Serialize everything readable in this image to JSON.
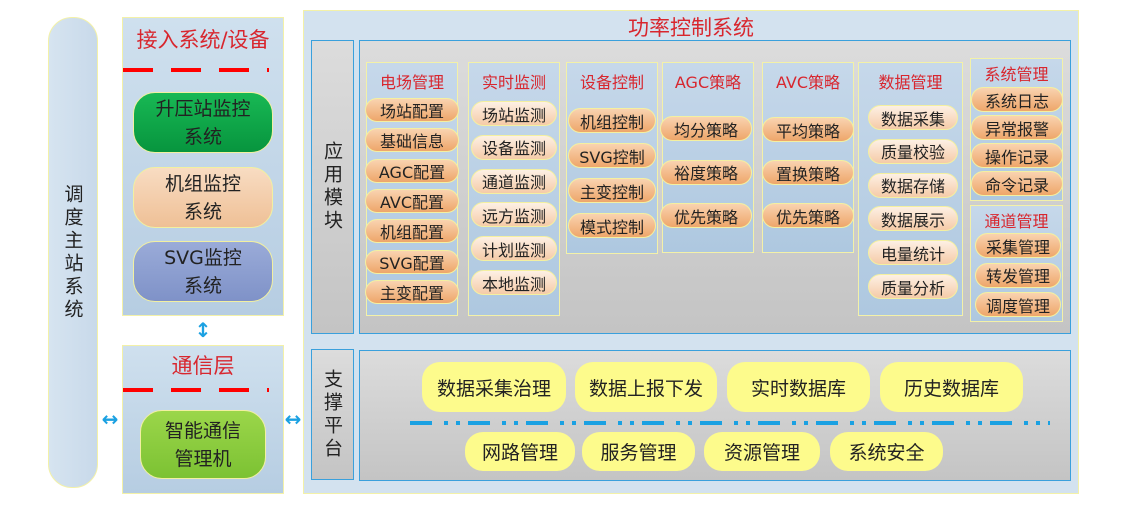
{
  "dispatch": {
    "label": "调度主站系统"
  },
  "access": {
    "title": "接入系统/设备",
    "items": [
      {
        "line1": "升压站监控",
        "line2": "系统",
        "color": "#0aa84a"
      },
      {
        "line1": "机组监控",
        "line2": "系统",
        "color": "#f3c7a2"
      },
      {
        "line1": "SVG监控",
        "line2": "系统",
        "color": "#8d9fd0"
      }
    ]
  },
  "comm": {
    "title": "通信层",
    "item": {
      "line1": "智能通信",
      "line2": "管理机",
      "color": "#8dcc3c"
    }
  },
  "power": {
    "title": "功率控制系统",
    "app_label": "应用模块",
    "support_label": "支撑平台",
    "columns": [
      {
        "title": "电场管理",
        "items": [
          "场站配置",
          "基础信息",
          "AGC配置",
          "AVC配置",
          "机组配置",
          "SVG配置",
          "主变配置"
        ]
      },
      {
        "title": "实时监测",
        "items": [
          "场站监测",
          "设备监测",
          "通道监测",
          "远方监测",
          "计划监测",
          "本地监测"
        ]
      },
      {
        "title": "设备控制",
        "items": [
          "机组控制",
          "SVG控制",
          "主变控制",
          "模式控制"
        ]
      },
      {
        "title": "AGC策略",
        "items": [
          "均分策略",
          "裕度策略",
          "优先策略"
        ]
      },
      {
        "title": "AVC策略",
        "items": [
          "平均策略",
          "置换策略",
          "优先策略"
        ]
      },
      {
        "title": "数据管理",
        "items": [
          "数据采集",
          "质量校验",
          "数据存储",
          "数据展示",
          "电量统计",
          "质量分析"
        ]
      },
      {
        "title": "系统管理",
        "items": [
          "系统日志",
          "异常报警",
          "操作记录",
          "命令记录"
        ]
      },
      {
        "title": "通道管理",
        "items": [
          "采集管理",
          "转发管理",
          "调度管理"
        ]
      }
    ],
    "support_top": [
      "数据采集治理",
      "数据上报下发",
      "实时数据库",
      "历史数据库"
    ],
    "support_bottom": [
      "网路管理",
      "服务管理",
      "资源管理",
      "系统安全"
    ]
  }
}
